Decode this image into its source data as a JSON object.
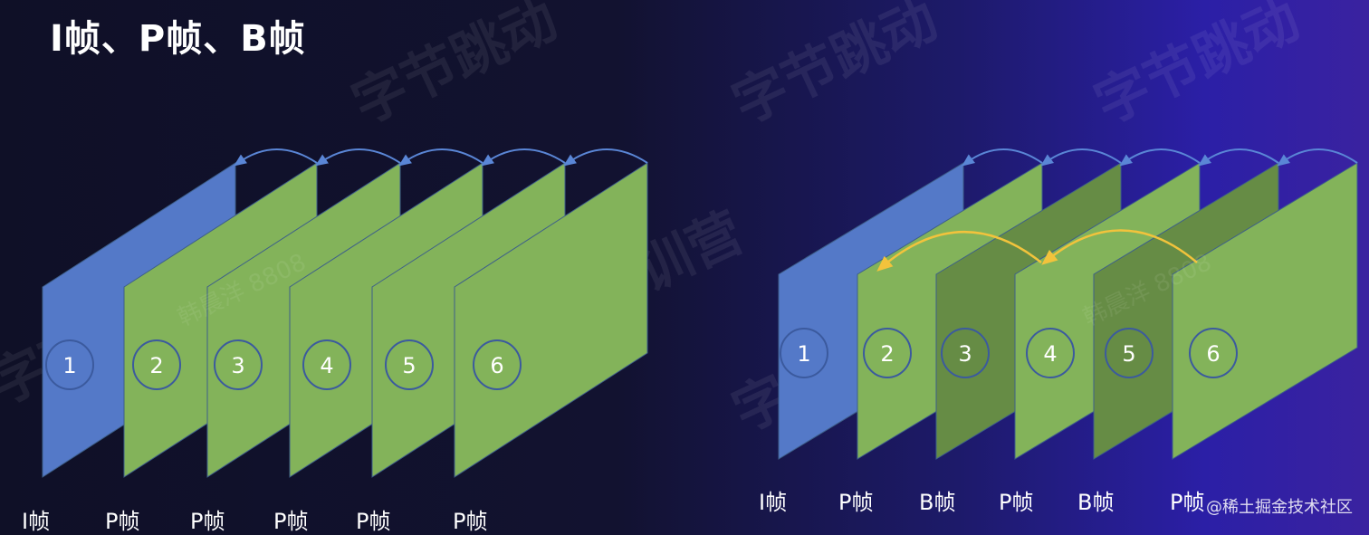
{
  "title": "I帧、P帧、B帧",
  "colors": {
    "i_frame": "#5479c8",
    "p_frame": "#83b35a",
    "b_frame": "#668c45",
    "ref_arrow": "#5a86d6",
    "b_arrow": "#f2c33c",
    "circle": "#3b5a9e"
  },
  "left_diagram": {
    "frames": [
      {
        "num": "1",
        "type": "I帧",
        "kind": "i"
      },
      {
        "num": "2",
        "type": "P帧",
        "kind": "p"
      },
      {
        "num": "3",
        "type": "P帧",
        "kind": "p"
      },
      {
        "num": "4",
        "type": "P帧",
        "kind": "p"
      },
      {
        "num": "5",
        "type": "P帧",
        "kind": "p"
      },
      {
        "num": "6",
        "type": "P帧",
        "kind": "p"
      }
    ]
  },
  "right_diagram": {
    "frames": [
      {
        "num": "1",
        "type": "I帧",
        "kind": "i"
      },
      {
        "num": "2",
        "type": "P帧",
        "kind": "p"
      },
      {
        "num": "3",
        "type": "B帧",
        "kind": "b"
      },
      {
        "num": "4",
        "type": "P帧",
        "kind": "p"
      },
      {
        "num": "5",
        "type": "B帧",
        "kind": "b"
      },
      {
        "num": "6",
        "type": "P帧",
        "kind": "p"
      }
    ]
  },
  "watermarks": {
    "brand": "字节跳动",
    "camp": "训营",
    "user": "韩晨洋 8808"
  },
  "credit": "@稀土掘金技术社区"
}
